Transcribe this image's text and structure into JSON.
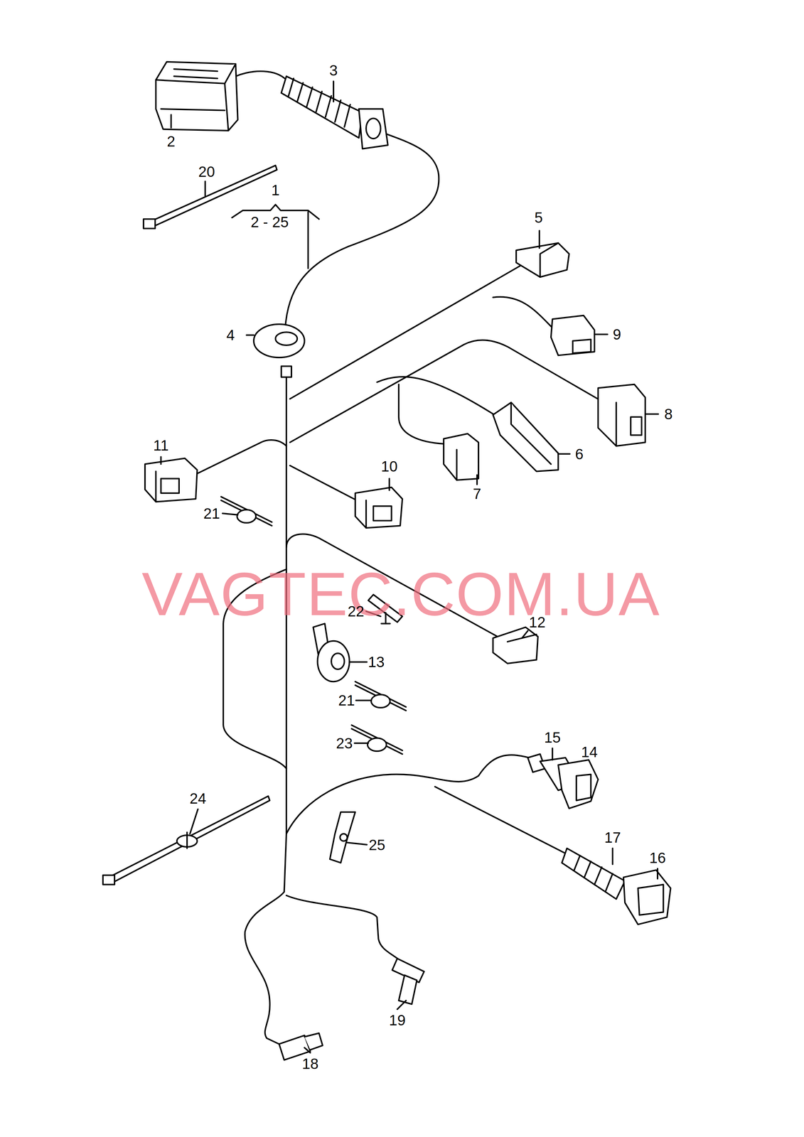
{
  "diagram": {
    "labels": [
      "3",
      "2",
      "20",
      "1",
      "2 - 25",
      "5",
      "4",
      "9",
      "8",
      "11",
      "10",
      "6",
      "7",
      "21",
      "VAGTEC.COM.UA",
      "22",
      "12",
      "13",
      "21",
      "23",
      "15",
      "14",
      "17",
      "16",
      "24",
      "25",
      "19",
      "18"
    ]
  }
}
